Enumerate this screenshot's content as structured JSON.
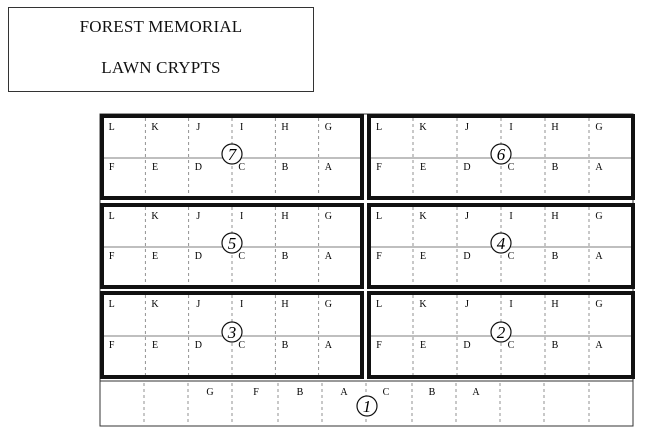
{
  "title": {
    "line1": "FOREST MEMORIAL",
    "line2": "LAWN CRYPTS"
  },
  "blocks": [
    {
      "number": "7",
      "top": [
        "L",
        "K",
        "J",
        "I",
        "H",
        "G"
      ],
      "bottom": [
        "F",
        "E",
        "D",
        "C",
        "B",
        "A"
      ]
    },
    {
      "number": "6",
      "top": [
        "L",
        "K",
        "J",
        "I",
        "H",
        "G"
      ],
      "bottom": [
        "F",
        "E",
        "D",
        "C",
        "B",
        "A"
      ]
    },
    {
      "number": "5",
      "top": [
        "L",
        "K",
        "J",
        "I",
        "H",
        "G"
      ],
      "bottom": [
        "F",
        "E",
        "D",
        "C",
        "B",
        "A"
      ]
    },
    {
      "number": "4",
      "top": [
        "L",
        "K",
        "J",
        "I",
        "H",
        "G"
      ],
      "bottom": [
        "F",
        "E",
        "D",
        "C",
        "B",
        "A"
      ]
    },
    {
      "number": "3",
      "top": [
        "L",
        "K",
        "J",
        "I",
        "H",
        "G"
      ],
      "bottom": [
        "F",
        "E",
        "D",
        "C",
        "B",
        "A"
      ]
    },
    {
      "number": "2",
      "top": [
        "L",
        "K",
        "J",
        "I",
        "H",
        "G"
      ],
      "bottom": [
        "F",
        "E",
        "D",
        "C",
        "B",
        "A"
      ]
    }
  ],
  "bottom_row": {
    "number": "1",
    "labels": [
      "G",
      "F",
      "B",
      "A",
      "C",
      "B",
      "A"
    ]
  }
}
